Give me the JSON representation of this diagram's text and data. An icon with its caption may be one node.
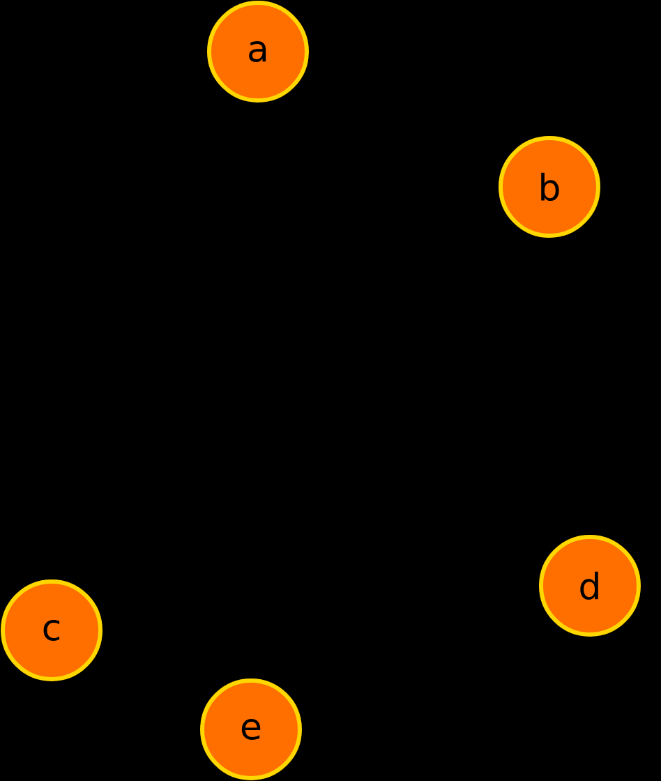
{
  "diagram": {
    "nodes": [
      {
        "text": [
          "a"
        ]
      },
      {
        "text": [
          "b"
        ]
      },
      {
        "text": [
          "c"
        ]
      },
      {
        "text": [
          "d"
        ]
      },
      {
        "text": [
          "e"
        ]
      }
    ],
    "edges": [
      {
        "from": 0,
        "to": 1,
        "arrow": "none"
      },
      {
        "from": 0,
        "to": 2,
        "arrow": "none"
      },
      {
        "from": 2,
        "to": 4,
        "arrow": "none"
      },
      {
        "from": null,
        "to": 3,
        "arrow": "none"
      }
    ]
  }
}
